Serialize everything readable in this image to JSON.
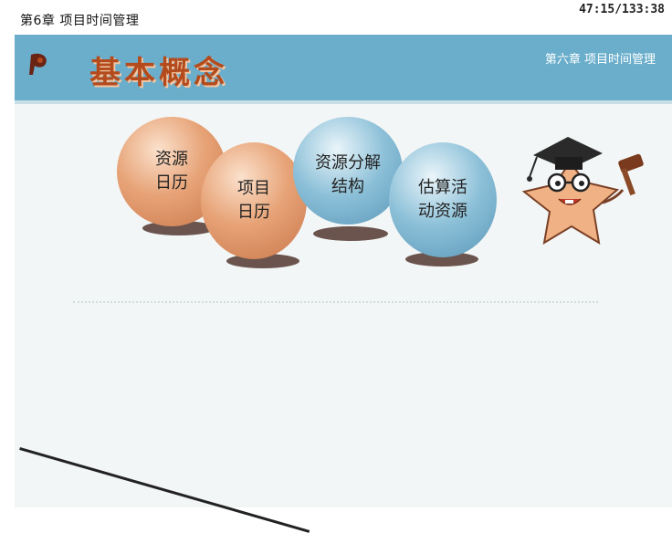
{
  "header": {
    "chapter": "第6章 项目时间管理",
    "timer": "47:15/133:38"
  },
  "slide": {
    "title": "基本概念",
    "subtitle": "第六章 项目时间管理",
    "balls": [
      {
        "lines": [
          "资源",
          "日历"
        ],
        "color": "#e7a377"
      },
      {
        "lines": [
          "项目",
          "日历"
        ],
        "color": "#e7a377"
      },
      {
        "lines": [
          "资源分解",
          "结构"
        ],
        "color": "#8cc0d8"
      },
      {
        "lines": [
          "估算活",
          "动资源"
        ],
        "color": "#8cc0d8"
      }
    ]
  },
  "icons": [
    "brand-logo-icon",
    "mascot-professor-icon",
    "gavel-icon"
  ]
}
